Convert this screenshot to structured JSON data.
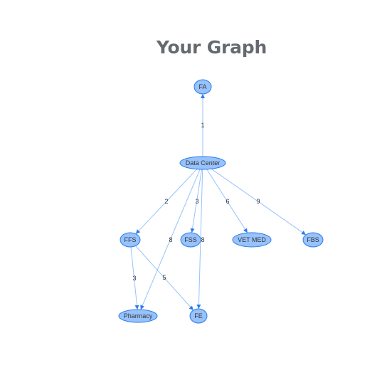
{
  "title": "Your Graph",
  "colors": {
    "node_fill": "#97c2fc",
    "node_border": "#2b7ce9",
    "edge": "#97c2fc",
    "arrow": "#2b7ce9",
    "title": "#666a6e"
  },
  "graph": {
    "nodes": [
      {
        "id": "FA",
        "label": "FA"
      },
      {
        "id": "DC",
        "label": "Data Center"
      },
      {
        "id": "FFS",
        "label": "FFS"
      },
      {
        "id": "FSS",
        "label": "FSS"
      },
      {
        "id": "VET",
        "label": "VET MED"
      },
      {
        "id": "FBS",
        "label": "FBS"
      },
      {
        "id": "PH",
        "label": "Pharmacy"
      },
      {
        "id": "FE",
        "label": "FE"
      }
    ],
    "edges": [
      {
        "from": "DC",
        "to": "FA",
        "label": "1"
      },
      {
        "from": "DC",
        "to": "FFS",
        "label": "2"
      },
      {
        "from": "DC",
        "to": "FSS",
        "label": "3"
      },
      {
        "from": "DC",
        "to": "VET",
        "label": "6"
      },
      {
        "from": "DC",
        "to": "FBS",
        "label": "9"
      },
      {
        "from": "DC",
        "to": "PH",
        "label": "8"
      },
      {
        "from": "DC",
        "to": "FE",
        "label": "8"
      },
      {
        "from": "FFS",
        "to": "PH",
        "label": "3"
      },
      {
        "from": "FFS",
        "to": "FE",
        "label": "5"
      }
    ]
  }
}
